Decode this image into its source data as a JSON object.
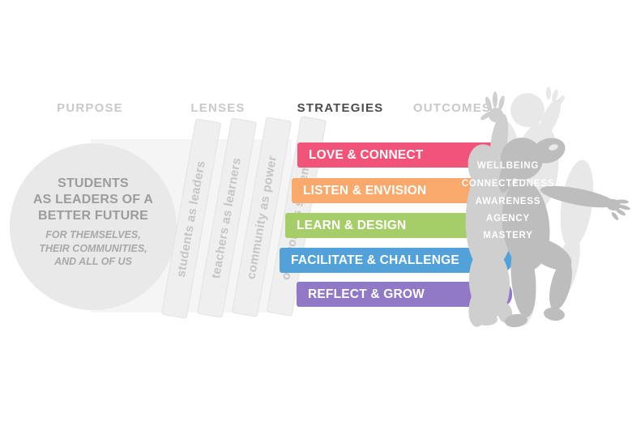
{
  "headers": {
    "purpose": "PURPOSE",
    "lenses": "LENSES",
    "strategies": "STRATEGIES",
    "outcomes": "OUTCOMES"
  },
  "purpose": {
    "title_lines": [
      "STUDENTS",
      "AS LEADERS OF A",
      "BETTER FUTURE"
    ],
    "subtitle_lines": [
      "FOR THEMSELVES,",
      "THEIR COMMUNITIES,",
      "AND ALL OF US"
    ]
  },
  "lenses": {
    "items": [
      "students as leaders",
      "teachers as learners",
      "community as power",
      "our work as systemic"
    ]
  },
  "strategies": {
    "items": [
      {
        "label": "LOVE & CONNECT",
        "color": "#F25378"
      },
      {
        "label": "LISTEN & ENVISION",
        "color": "#F9A96B"
      },
      {
        "label": "LEARN & DESIGN",
        "color": "#A6CE68"
      },
      {
        "label": "FACILITATE & CHALLENGE",
        "color": "#52A1D8"
      },
      {
        "label": "REFLECT & GROW",
        "color": "#9179C7"
      }
    ]
  },
  "outcomes": {
    "items": [
      "WELLBEING",
      "CONNECTEDNESS",
      "AWARENESS",
      "AGENCY",
      "MASTERY"
    ],
    "figure_colors": {
      "back": "#E8E8E8",
      "middle": "#CFCFCF",
      "front": "#BDBDBD"
    }
  },
  "colors": {
    "band": "#F5F5F5",
    "circle": "#E9E9E9",
    "heading_muted": "#C9C9C9",
    "heading_active": "#4D4D4D"
  }
}
